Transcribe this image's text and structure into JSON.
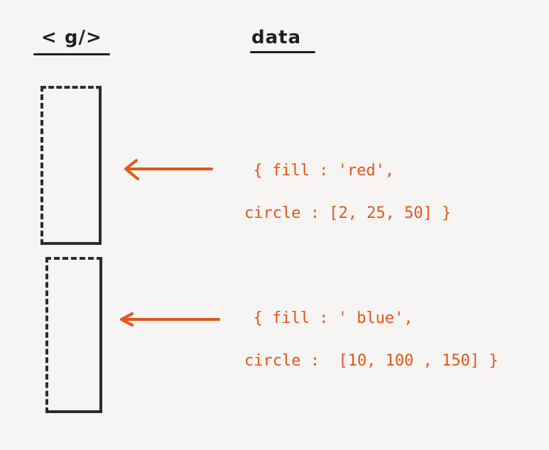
{
  "headers": {
    "element": "< g/>",
    "data": "data"
  },
  "colors": {
    "ink": "#1f1f1f",
    "accent": "#e2561b"
  },
  "groups": [
    {
      "line1": "{ fill : 'red',",
      "line2": "circle : [2, 25, 50] }"
    },
    {
      "line1": "{ fill : ' blue',",
      "line2": "circle :  [10, 100 , 150] }"
    }
  ]
}
